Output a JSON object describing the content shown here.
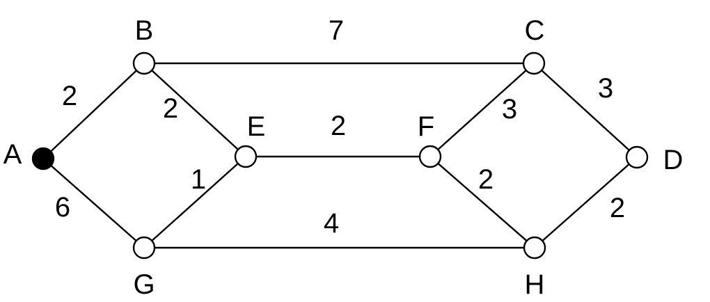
{
  "colors": {
    "stroke": "#000000",
    "background": "#ffffff",
    "node_fill": "#ffffff",
    "start_node_fill": "#000000"
  },
  "nodes": [
    {
      "id": "A",
      "label": "A",
      "filled": true
    },
    {
      "id": "B",
      "label": "B",
      "filled": false
    },
    {
      "id": "C",
      "label": "C",
      "filled": false
    },
    {
      "id": "D",
      "label": "D",
      "filled": false
    },
    {
      "id": "E",
      "label": "E",
      "filled": false
    },
    {
      "id": "F",
      "label": "F",
      "filled": false
    },
    {
      "id": "G",
      "label": "G",
      "filled": false
    },
    {
      "id": "H",
      "label": "H",
      "filled": false
    }
  ],
  "edges": [
    {
      "from": "A",
      "to": "B",
      "weight": "2"
    },
    {
      "from": "A",
      "to": "G",
      "weight": "6"
    },
    {
      "from": "B",
      "to": "C",
      "weight": "7"
    },
    {
      "from": "B",
      "to": "E",
      "weight": "2"
    },
    {
      "from": "G",
      "to": "E",
      "weight": "1"
    },
    {
      "from": "E",
      "to": "F",
      "weight": "2"
    },
    {
      "from": "G",
      "to": "H",
      "weight": "4"
    },
    {
      "from": "F",
      "to": "C",
      "weight": "3"
    },
    {
      "from": "F",
      "to": "H",
      "weight": "2"
    },
    {
      "from": "C",
      "to": "D",
      "weight": "3"
    },
    {
      "from": "H",
      "to": "D",
      "weight": "2"
    }
  ]
}
